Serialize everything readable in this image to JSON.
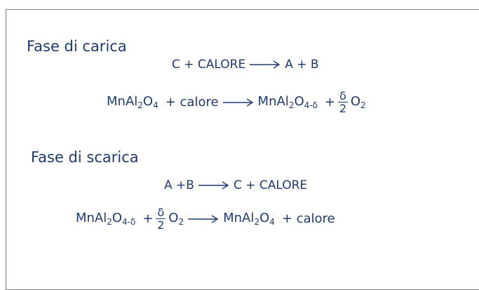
{
  "phase1": {
    "title": "Fase di carica",
    "eq1": {
      "left": "C + CALORE",
      "right": "A + B"
    },
    "eq2": {
      "left": "MnAl",
      "left_sub1": "2",
      "left_mid": "O",
      "left_sub2": "4",
      "left_plus": "+ calore",
      "right": "MnAl",
      "right_sub1": "2",
      "right_mid": "O",
      "right_sub2": "4-δ",
      "plus": "+",
      "frac_num": "δ",
      "frac_den": "2",
      "o2": "O",
      "o2_sub": "2"
    }
  },
  "phase2": {
    "title": "Fase di scarica",
    "eq1": {
      "left": "A +B",
      "right": "C + CALORE"
    },
    "eq2": {
      "left": "MnAl",
      "left_sub1": "2",
      "left_mid": "O",
      "left_sub2": "4-δ",
      "plus": "+",
      "frac_num": "δ",
      "frac_den": "2",
      "o2": "O",
      "o2_sub": "2",
      "right": "MnAl",
      "right_sub1": "2",
      "right_mid": "O",
      "right_sub2": "4",
      "right_plus": "+ calore"
    }
  }
}
